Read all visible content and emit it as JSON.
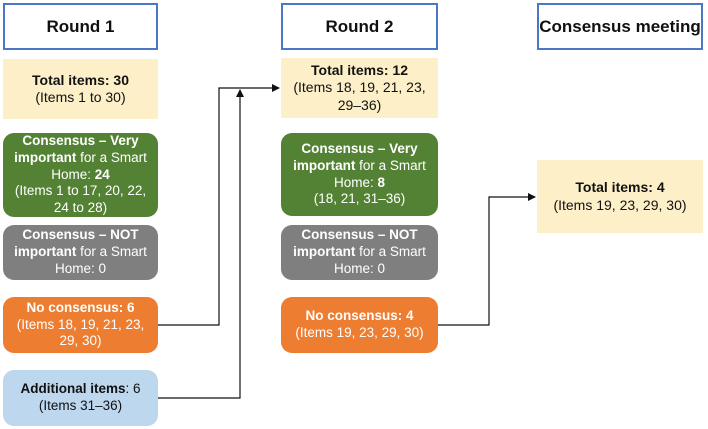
{
  "round1": {
    "header": "Round 1",
    "total": {
      "label": "Total items:",
      "value": "30",
      "detail": "(Items 1 to 30)"
    },
    "consensus_very": {
      "l1": "Consensus – Very",
      "l2b": "important",
      "l2r": " for a Smart",
      "l3r": "Home: ",
      "l3b": "24",
      "l4": "(Items 1 to 17, 20, 22,",
      "l5": "24 to 28)"
    },
    "consensus_not": {
      "l1": "Consensus – NOT",
      "l2b": "important",
      "l2r": " for a Smart",
      "l3": "Home: 0"
    },
    "no_consensus": {
      "label": "No consensus: ",
      "value": "6",
      "l2": "(Items 18, 19, 21, 23,",
      "l3": "29, 30)"
    },
    "additional": {
      "label": "Additional items",
      "value": ": 6",
      "detail": "(Items 31–36)"
    }
  },
  "round2": {
    "header": "Round 2",
    "total": {
      "label": "Total items: ",
      "value": "12",
      "l2": "(Items 18, 19, 21, 23,",
      "l3": "29–36)"
    },
    "consensus_very": {
      "l1": "Consensus – Very",
      "l2b": "important",
      "l2r": " for a Smart",
      "l3r": "Home: ",
      "l3b": "8",
      "l4": "(18, 21, 31–36)"
    },
    "consensus_not": {
      "l1": "Consensus – NOT",
      "l2b": "important",
      "l2r": " for a Smart",
      "l3": "Home: 0"
    },
    "no_consensus": {
      "label": "No consensus: ",
      "value": "4",
      "l2": "(Items 19, 23, 29, 30)"
    }
  },
  "meeting": {
    "header": "Consensus meeting",
    "total": {
      "label": "Total items: ",
      "value": "4",
      "detail": "(Items 19, 23, 29, 30)"
    }
  },
  "colors": {
    "header_border": "#4a78c2",
    "cream": "#fdf0c8",
    "green": "#548235",
    "grey": "#7f7f7f",
    "orange": "#ed7d31",
    "blue": "#bdd7ee"
  }
}
